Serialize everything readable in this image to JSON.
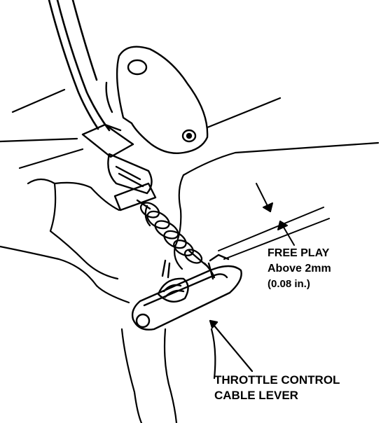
{
  "labels": {
    "free_play": {
      "line1": "FREE PLAY",
      "line2": "Above 2mm",
      "line3": "(0.08 in.)"
    },
    "lever": {
      "line1": "THROTTLE CONTROL",
      "line2": "CABLE LEVER"
    }
  },
  "colors": {
    "ink": "#000000",
    "paper": "#ffffff"
  }
}
